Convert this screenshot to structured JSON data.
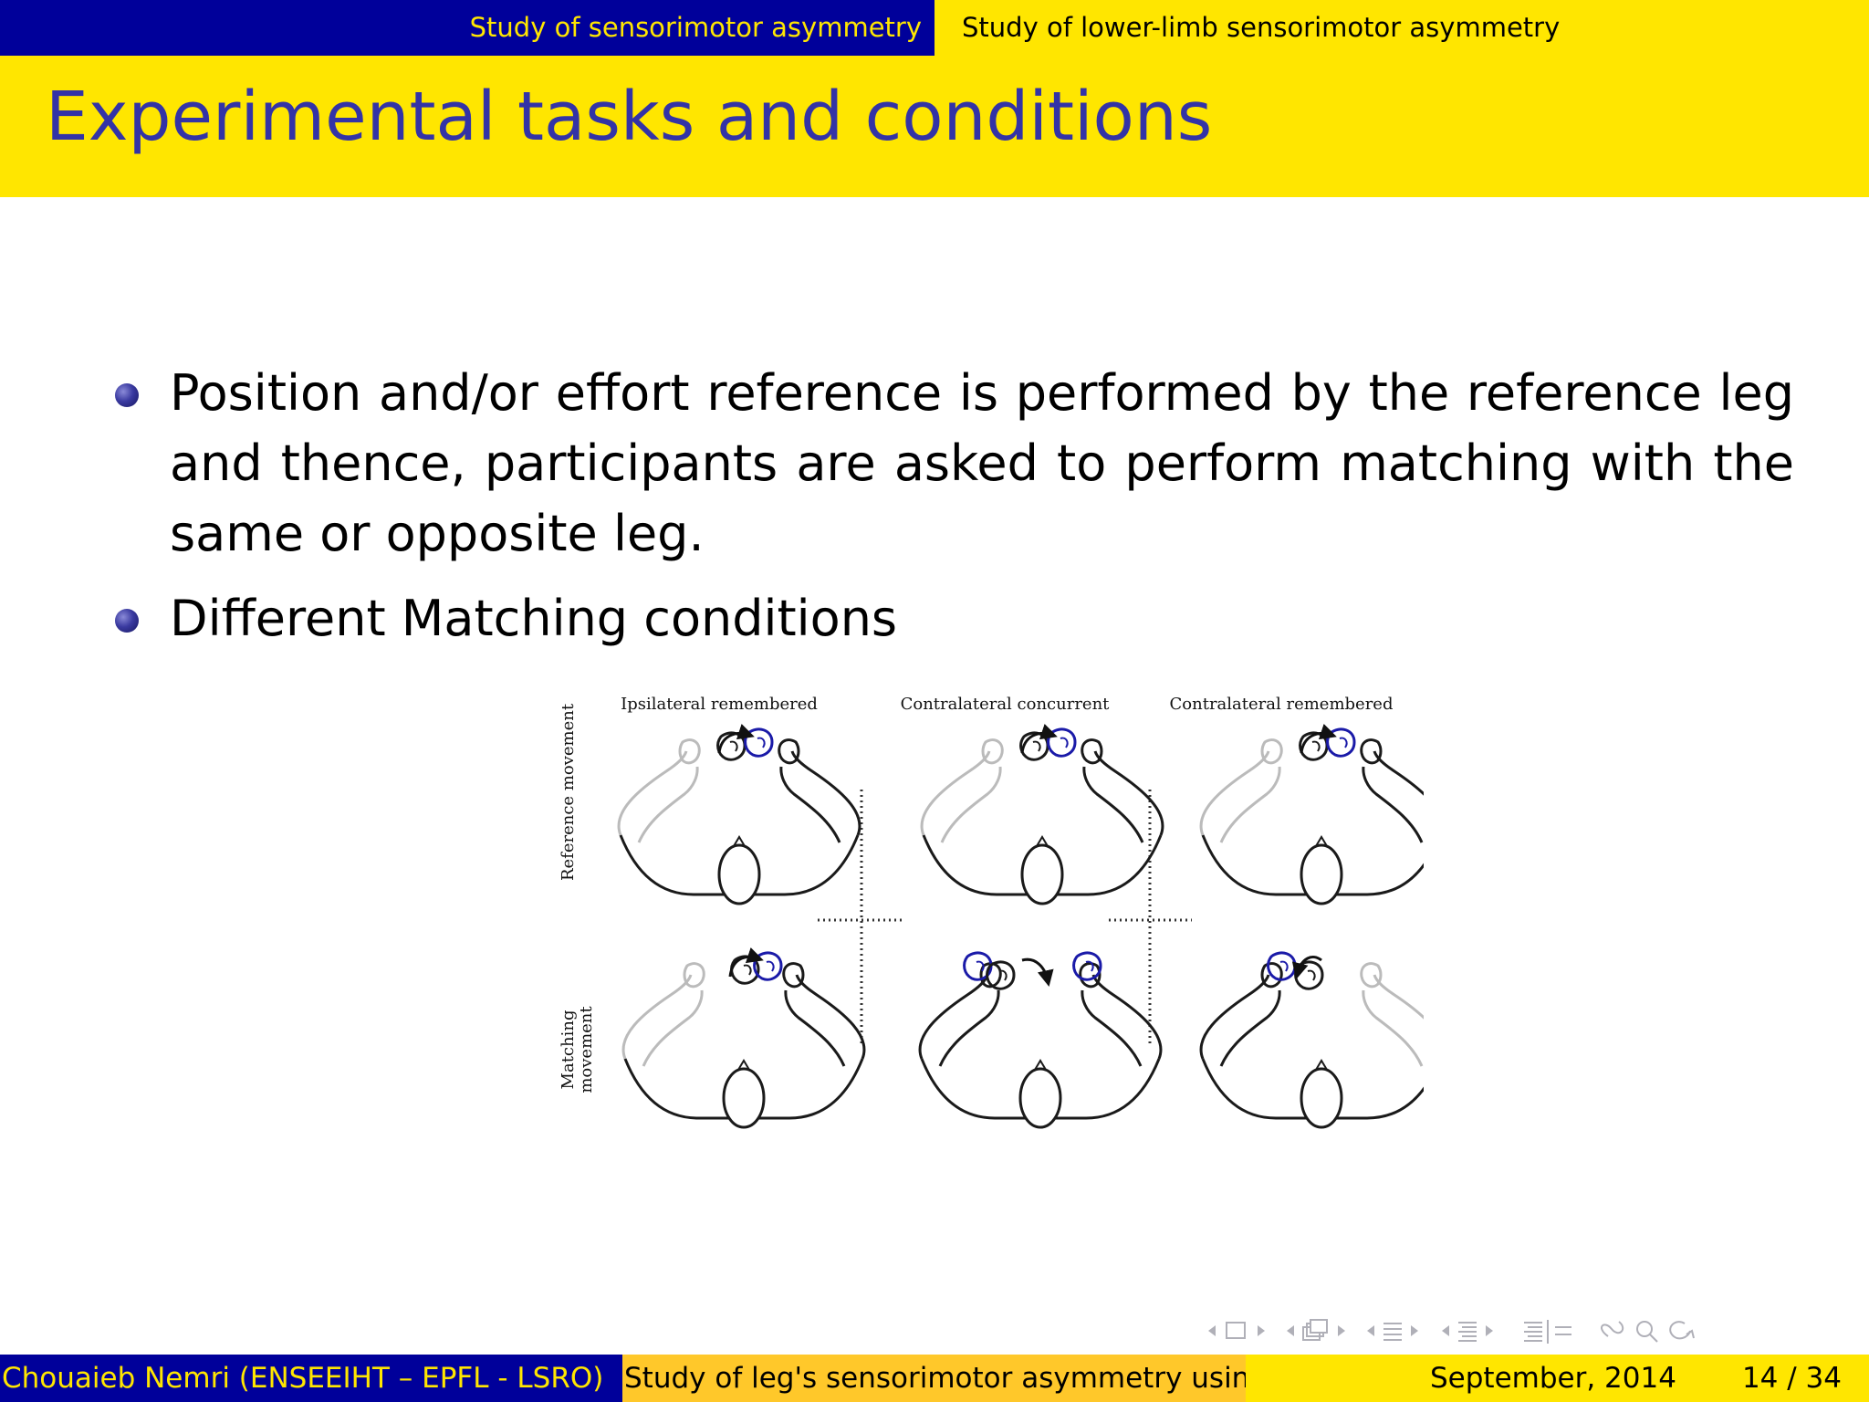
{
  "nav": {
    "section_left": "Study of sensorimotor asymmetry",
    "section_right": "Study of lower-limb sensorimotor asymmetry"
  },
  "slide": {
    "title": "Experimental tasks and conditions",
    "bullets": [
      "Position and/or effort reference is performed by the reference leg and thence, participants are asked to perform matching with the same or opposite leg.",
      "Different Matching conditions"
    ]
  },
  "figure": {
    "col_labels": [
      "Ipsilateral remembered",
      "Contralateral concurrent",
      "Contralateral remembered"
    ],
    "row_labels": [
      "Reference movement",
      "Matching",
      "movement"
    ],
    "highlight_color": "#1a1aa8"
  },
  "footer": {
    "author": "Chouaieb Nemri (ENSEEIHT – EPFL - LSRO)",
    "short_title": "Study of leg's sensorimotor asymmetry using a",
    "date": "September, 2014",
    "page": "14 / 34"
  },
  "colors": {
    "beamer_blue": "#00009a",
    "beamer_yellow": "#ffe600",
    "title_text": "#3333a6",
    "footer_orange": "#ffc82a"
  },
  "icons": [
    "nav-frame-icon",
    "nav-subsection-icon",
    "nav-section-icon",
    "nav-presentation-icon",
    "nav-toc-icon",
    "nav-search-icon"
  ]
}
